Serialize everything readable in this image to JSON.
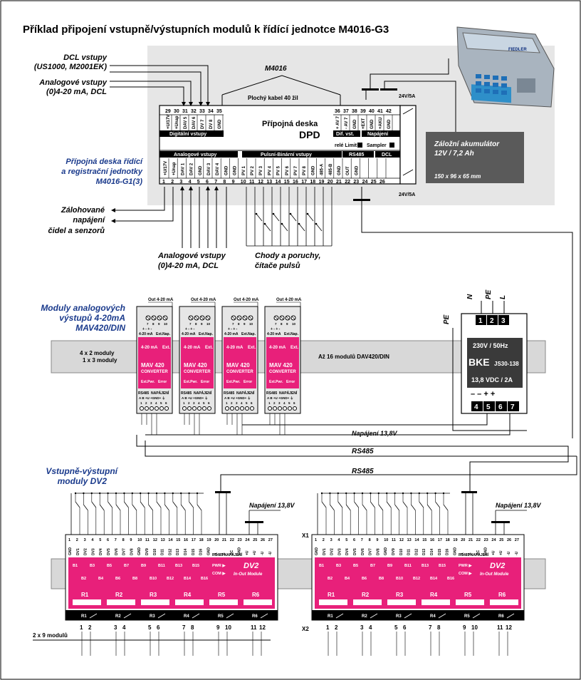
{
  "title": "Příklad připojení vstupně/výstupních modulů k řídící jednotce M4016-G3",
  "m4016": {
    "name": "M4016",
    "cable": "Plochý kabel 40 žil",
    "dpd_label": "Přípojná deska",
    "dpd_name": "DPD",
    "top_pins_left": [
      "29",
      "30",
      "31",
      "32",
      "33",
      "34",
      "35"
    ],
    "top_pins_right": [
      "36",
      "37",
      "38",
      "39",
      "40",
      "41",
      "42"
    ],
    "top_sigs_left": [
      "+U/17V",
      "+Unap",
      "DAV 5",
      "DAV 6",
      "DV 7",
      "DV 8",
      "GND"
    ],
    "top_sigs_right": [
      "+ AV 7",
      "- AV 7",
      "GND",
      "+EXT",
      "GND",
      "+AKU",
      "GND"
    ],
    "group_digital": "Digitální vstupy",
    "group_dif": "Dif. vst.",
    "group_napajeni": "Napájení",
    "rele_limit": "relé Limit",
    "sampler": "Sampler",
    "group_analog": "Analogové vstupy",
    "group_pulse": "Pulsní-Binární vstupy",
    "group_rs485": "RS485",
    "group_dcl": "DCL",
    "bottom_sigs": [
      "+U/17V",
      "+Unap",
      "DAV 1",
      "DAV 2",
      "GND",
      "DAV 3",
      "DAV 4",
      "GND",
      "GND",
      "PV 1",
      "PV 2",
      "PV 3",
      "PV 4",
      "PV 5",
      "PV 6",
      "PV 7",
      "PV 8",
      "GND",
      "485-A",
      "485-B",
      "GND",
      "OUT",
      "GND"
    ],
    "bottom_pins": [
      "1",
      "2",
      "3",
      "4",
      "5",
      "6",
      "7",
      "8",
      "9",
      "10",
      "11",
      "12",
      "13",
      "14",
      "15",
      "16",
      "17",
      "18",
      "19",
      "20",
      "21",
      "22",
      "23",
      "24",
      "25",
      "26"
    ],
    "relay_top": "24V/5A",
    "relay_bottom": "24V/5A"
  },
  "labels": {
    "dcl_inputs_1": "DCL vstupy",
    "dcl_inputs_2": "(US1000, M2001EK)",
    "analog_top_1": "Analogové vstupy",
    "analog_top_2": "(0)4-20 mA, DCL",
    "board_1": "Přípojná deska řídící",
    "board_2": "a registrační jednotky",
    "board_3": "M4016-G1(3)",
    "backup_1": "Zálohované",
    "backup_2": "napájení",
    "backup_3": "čidel a senzorů",
    "analog_bottom_1": "Analogové vstupy",
    "analog_bottom_2": "(0)4-20 mA, DCL",
    "chody_1": "Chody a poruchy,",
    "chody_2": "čítače pulsů"
  },
  "battery": {
    "line1": "Záložní akumulátor",
    "line2": "12V / 7,2 Ah",
    "line3": "150 x 96 x 65 mm"
  },
  "device_brand": "FIEDLER",
  "mav": {
    "title_1": "Moduly analogových",
    "title_2": "výstupů 4-20mA",
    "title_3": "MAV420/DIN",
    "out_label": "Out 4-20 mA",
    "top_pins": [
      "7",
      "8",
      "9",
      "10"
    ],
    "top_sigs_1": "4-20 mA",
    "top_sigs_2": "Ext.Nap.",
    "sym_top": "+ - + -",
    "face_range": "4-20 mA",
    "face_ext": "Ext.",
    "face_name": "MAV 420",
    "face_conv": "CONVERTER",
    "face_extpwr": "Ext.Pwr.",
    "face_error": "Error",
    "bot_rs485": "RS485",
    "bot_nap": "NAPÁJENÍ",
    "bot_sigs": "A  B  +U +GND+  ⏚",
    "bot_pins": [
      "1",
      "2",
      "3",
      "4",
      "5",
      "6"
    ],
    "count_1": "4 x 2 moduly",
    "count_2": "1 x 3 moduly",
    "max": "Až 16 modulů DAV420/DIN"
  },
  "bke": {
    "top_labels": [
      "N",
      "PE",
      "L"
    ],
    "pe_side": "PE",
    "top_pins": [
      "1",
      "2",
      "3"
    ],
    "voltage_in": "230V / 50Hz",
    "name": "BKE",
    "model": "JS30-138",
    "voltage_out": "13,8 VDC / 2A",
    "signs": "– – + +",
    "bot_pins": [
      "4",
      "5",
      "6",
      "7"
    ]
  },
  "wires": {
    "napajeni": "Napájení 13,8V",
    "rs485_1": "RS485",
    "rs485_2": "RS485"
  },
  "dv2": {
    "title_1": "Vstupně-výstupní",
    "title_2": "moduly DV2",
    "napajeni": "Napájení 13,8V",
    "x1": "X1",
    "x2": "X2",
    "count": "2 x 9 modulů",
    "top_pins": [
      "1",
      "2",
      "3",
      "4",
      "5",
      "6",
      "7",
      "8",
      "9",
      "10",
      "11",
      "12",
      "13",
      "14",
      "15",
      "16",
      "17",
      "18",
      "19",
      "20",
      "21",
      "22",
      "23",
      "24",
      "25",
      "26",
      "27"
    ],
    "top_sigs": [
      "GND",
      "DV1",
      "DV2",
      "DV3",
      "DV4",
      "DV5",
      "DV6",
      "DV7",
      "DV8",
      "GND",
      "DV9",
      "D10",
      "D11",
      "D12",
      "D13",
      "D14",
      "D15",
      "D16",
      "GND",
      "A",
      "B",
      "DC",
      "GND",
      "+U",
      "+U",
      "-U",
      "-U"
    ],
    "rs485_nap": "RS485   NAPÁJENÍ",
    "leds_top": [
      "B1",
      "B3",
      "B5",
      "B7",
      "B9",
      "B11",
      "B13",
      "B15"
    ],
    "leds_bot": [
      "B2",
      "B4",
      "B6",
      "B8",
      "B10",
      "B12",
      "B14",
      "B16"
    ],
    "pwr": "PWR",
    "com": "COM",
    "name": "DV2",
    "sub": "In-Out Module",
    "relays": [
      "R1",
      "R2",
      "R3",
      "R4",
      "R5",
      "R6"
    ],
    "relay_pins": [
      "1",
      "2",
      "3",
      "4",
      "5",
      "6",
      "7",
      "8",
      "9",
      "10",
      "11",
      "12"
    ]
  }
}
